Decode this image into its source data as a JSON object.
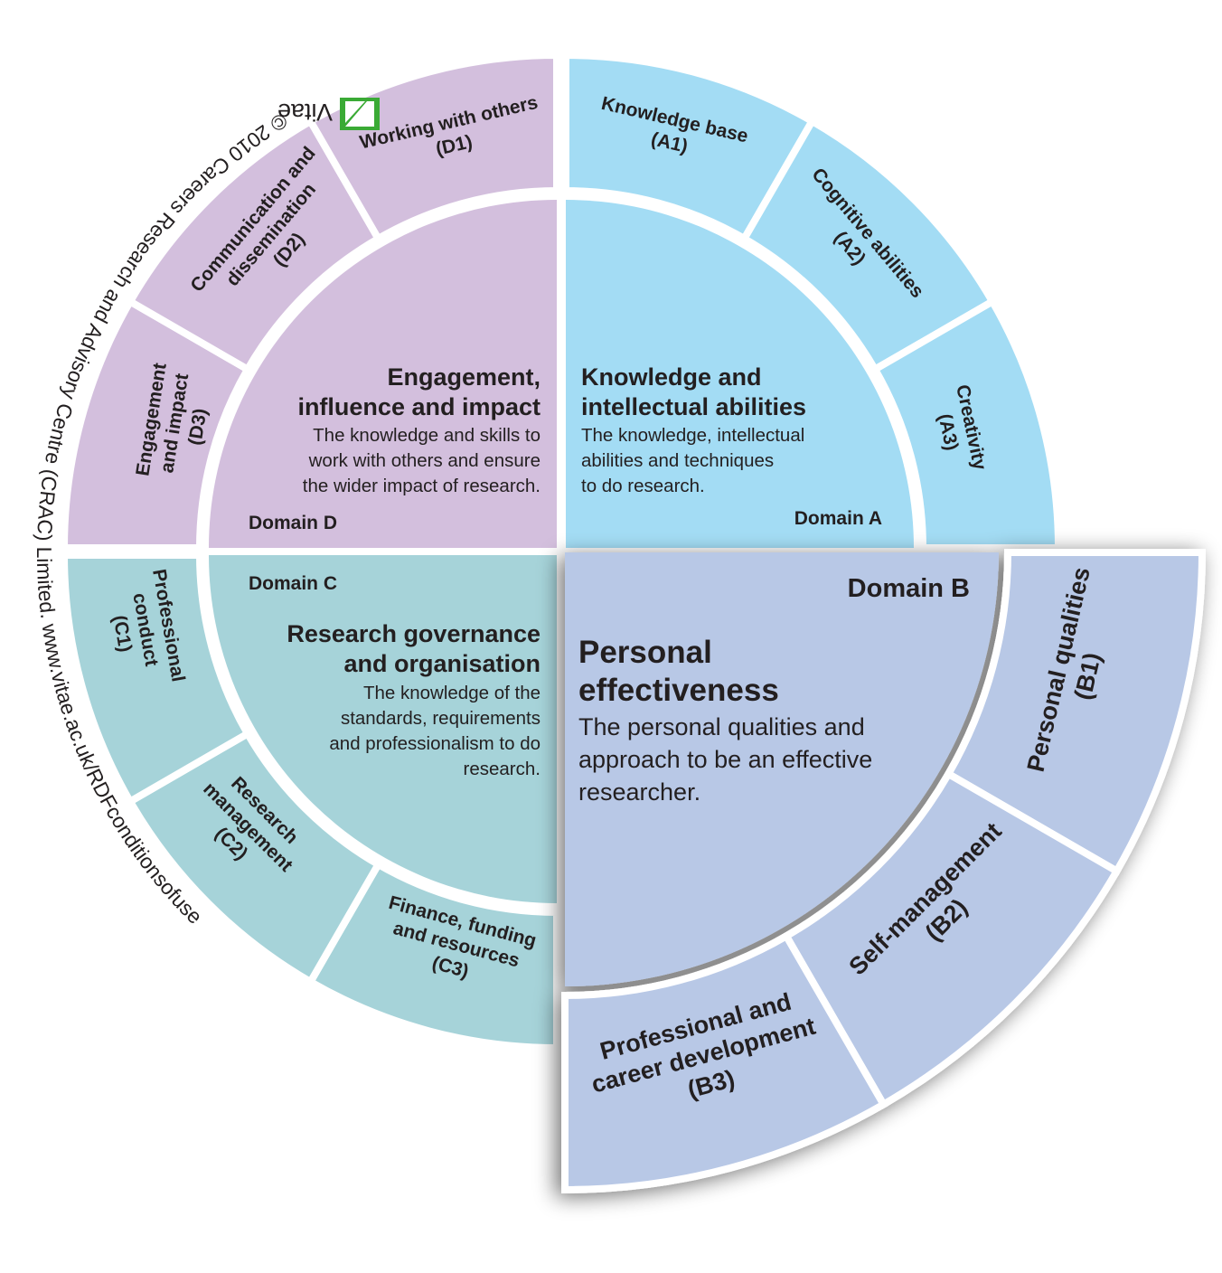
{
  "colors": {
    "domain_a": "#a3dcf4",
    "domain_b": "#b8c8e6",
    "domain_c": "#a6d3d9",
    "domain_d": "#d3bfdd",
    "logo_green": "#3aaa35"
  },
  "domains": {
    "a": {
      "tag": "Domain A",
      "title": [
        "Knowledge and",
        "intellectual abilities"
      ],
      "description": [
        "The knowledge, intellectual",
        "abilities and techniques",
        "to do research."
      ],
      "segments": [
        {
          "lines": [
            "Knowledge base",
            "(A1)"
          ]
        },
        {
          "lines": [
            "Cognitive abilities",
            "(A2)"
          ]
        },
        {
          "lines": [
            "Creativity",
            "(A3)"
          ]
        }
      ]
    },
    "b": {
      "tag": "Domain B",
      "title": [
        "Personal",
        "effectiveness"
      ],
      "description": [
        "The personal qualities and",
        "approach to be an effective",
        "researcher."
      ],
      "segments": [
        {
          "lines": [
            "Personal qualities",
            "(B1)"
          ]
        },
        {
          "lines": [
            "Self-management",
            "(B2)"
          ]
        },
        {
          "lines": [
            "Professional and",
            "career development",
            "(B3)"
          ]
        }
      ]
    },
    "c": {
      "tag": "Domain C",
      "title": [
        "Research governance",
        "and organisation"
      ],
      "description": [
        "The knowledge of the",
        "standards, requirements",
        "and professionalism to do",
        "research."
      ],
      "segments": [
        {
          "lines": [
            "Professional",
            "conduct",
            "(C1)"
          ]
        },
        {
          "lines": [
            "Research",
            "management",
            "(C2)"
          ]
        },
        {
          "lines": [
            "Finance, funding",
            "and resources",
            "(C3)"
          ]
        }
      ]
    },
    "d": {
      "tag": "Domain D",
      "title": [
        "Engagement,",
        "influence and impact"
      ],
      "description": [
        "The knowledge and skills to",
        "work with others and ensure",
        "the wider impact of research."
      ],
      "segments": [
        {
          "lines": [
            "Working with others",
            "(D1)"
          ]
        },
        {
          "lines": [
            "Communication and",
            "dissemination",
            "(D2)"
          ]
        },
        {
          "lines": [
            "Engagement",
            "and impact",
            "(D3)"
          ]
        }
      ]
    }
  },
  "logo": {
    "text": "Vitae",
    "icon": "vitae-logo-icon"
  },
  "copyright": "© 2010 Careers Research and Advisory Centre (CRAC) Limited. www.vitae.ac.uk/RDFconditionsofuse"
}
